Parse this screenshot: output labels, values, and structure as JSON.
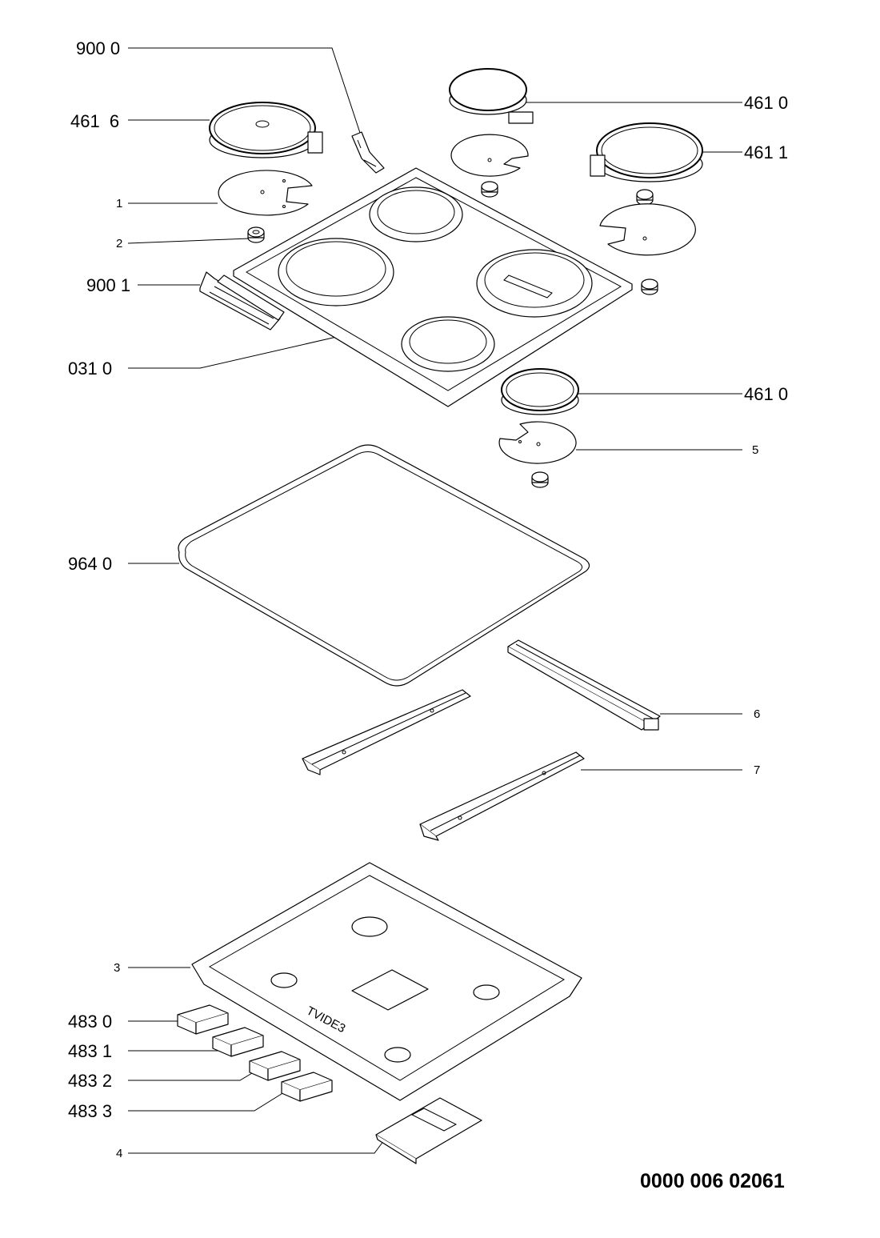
{
  "labels": {
    "l9000": "900 0",
    "l4616": "461  6",
    "l1": "1",
    "l2": "2",
    "l9001": "900 1",
    "l0310": "031 0",
    "l9640": "964 0",
    "l4610a": "461 0",
    "l4611": "461 1",
    "l4610b": "461 0",
    "l5": "5",
    "l6": "6",
    "l7": "7",
    "l3": "3",
    "l4830": "483 0",
    "l4831": "483 1",
    "l4832": "483 2",
    "l4833": "483 3",
    "l4": "4"
  },
  "stamp": "TVIDE3",
  "document_number": "0000 006 02061"
}
